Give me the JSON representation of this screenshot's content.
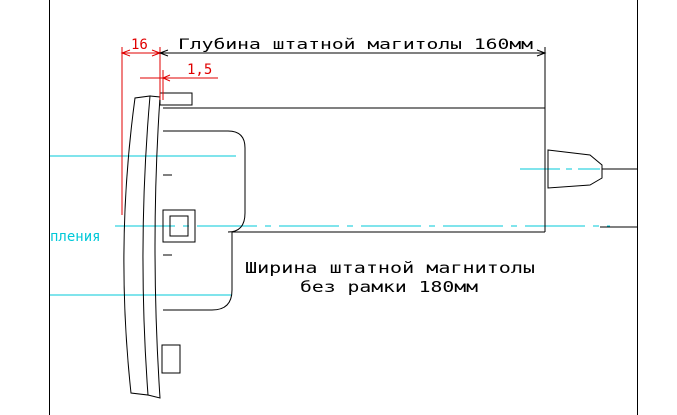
{
  "colors": {
    "background": "#ffffff",
    "line": "#000000",
    "dimension_red": "#e00000",
    "center_cyan": "#00c8d8"
  },
  "dimensions": {
    "bezel_thickness": "16",
    "panel_offset": "1,5",
    "depth_label": "Глубина штатной магитолы 160мм"
  },
  "notes": {
    "width_line_1": "Ширина штатной магнитолы",
    "width_line_2": "без рамки 180мм",
    "cut_label": "пления"
  }
}
